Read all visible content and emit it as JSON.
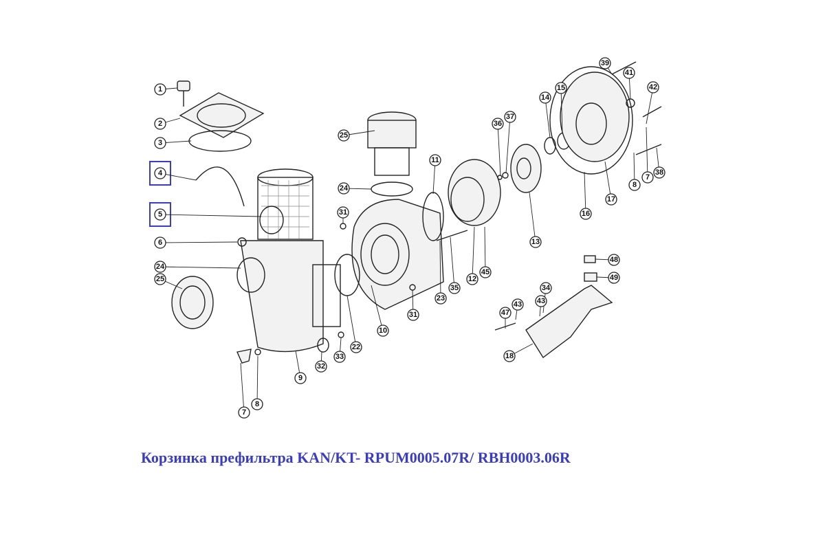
{
  "caption": "Корзинка префильтра KAN/KT- RPUM0005.07R/ RBH0003.06R",
  "highlight_color": "#3a3dbf",
  "highlighted_parts": [
    "4",
    "5"
  ],
  "callouts": [
    "1",
    "2",
    "3",
    "4",
    "5",
    "6",
    "24",
    "25",
    "7",
    "8",
    "9",
    "32",
    "33",
    "22",
    "10",
    "31",
    "31",
    "24",
    "25",
    "11",
    "23",
    "35",
    "12",
    "45",
    "13",
    "36",
    "37",
    "14",
    "15",
    "16",
    "17",
    "39",
    "41",
    "42",
    "8",
    "7",
    "38",
    "48",
    "49",
    "34",
    "43",
    "43",
    "47",
    "18"
  ]
}
